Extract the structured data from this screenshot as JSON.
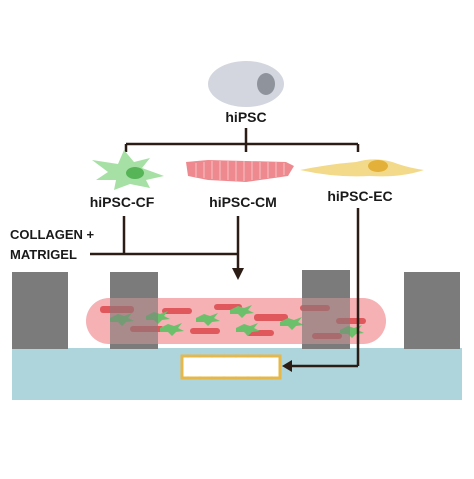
{
  "labels": {
    "source": "hiPSC",
    "cf": "hiPSC-CF",
    "cm": "hiPSC-CM",
    "ec": "hiPSC-EC",
    "matrix_line1": "COLLAGEN +",
    "matrix_line2": "MATRIGEL"
  },
  "icons": {
    "stem_cell": "hipsc-cell-icon",
    "fibroblast": "fibroblast-icon",
    "cardiomyocyte": "cardiomyocyte-icon",
    "endothelial": "endothelial-cell-icon"
  },
  "colors": {
    "stem_cell": "#d3d6de",
    "stem_nucleus": "#8e939c",
    "fibroblast": "#7fd07f",
    "cardiomyocyte": "#ee8a8f",
    "endothelial": "#f3da8a",
    "tissue": "#f3a3a7",
    "post": "#7d7d7d",
    "base": "#aed4dc",
    "line": "#2b1d16"
  }
}
